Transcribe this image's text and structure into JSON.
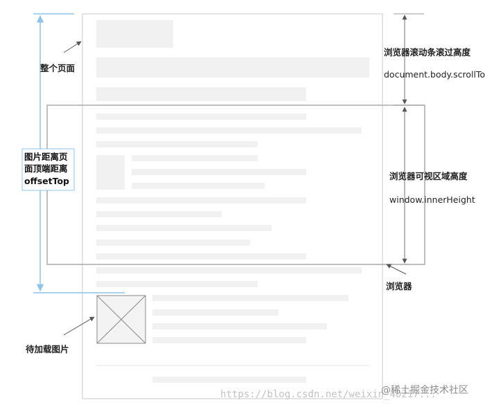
{
  "labels": {
    "whole_page": "整个页面",
    "scroll_title": "浏览器滚动条滚过高度",
    "scroll_code": "document.body.scrollTop",
    "viewport_title": "浏览器可视区域高度",
    "viewport_code": "window.innerHeight",
    "browser": "浏览器",
    "offset_line1": "图片距离页",
    "offset_line2": "面顶端距离",
    "offset_code": "offsetTop",
    "lazy_image": "待加载图片"
  },
  "watermark": {
    "url": "https://blog.csdn.net/weixin_40217...",
    "site": "@稀土掘金技术社区"
  },
  "colors": {
    "page_border": "#c8c8c8",
    "viewport_border": "#a9a9a9",
    "placeholder": "#f1f1f1",
    "dimension_line": "#8cc4ec",
    "arrow": "#555555"
  }
}
